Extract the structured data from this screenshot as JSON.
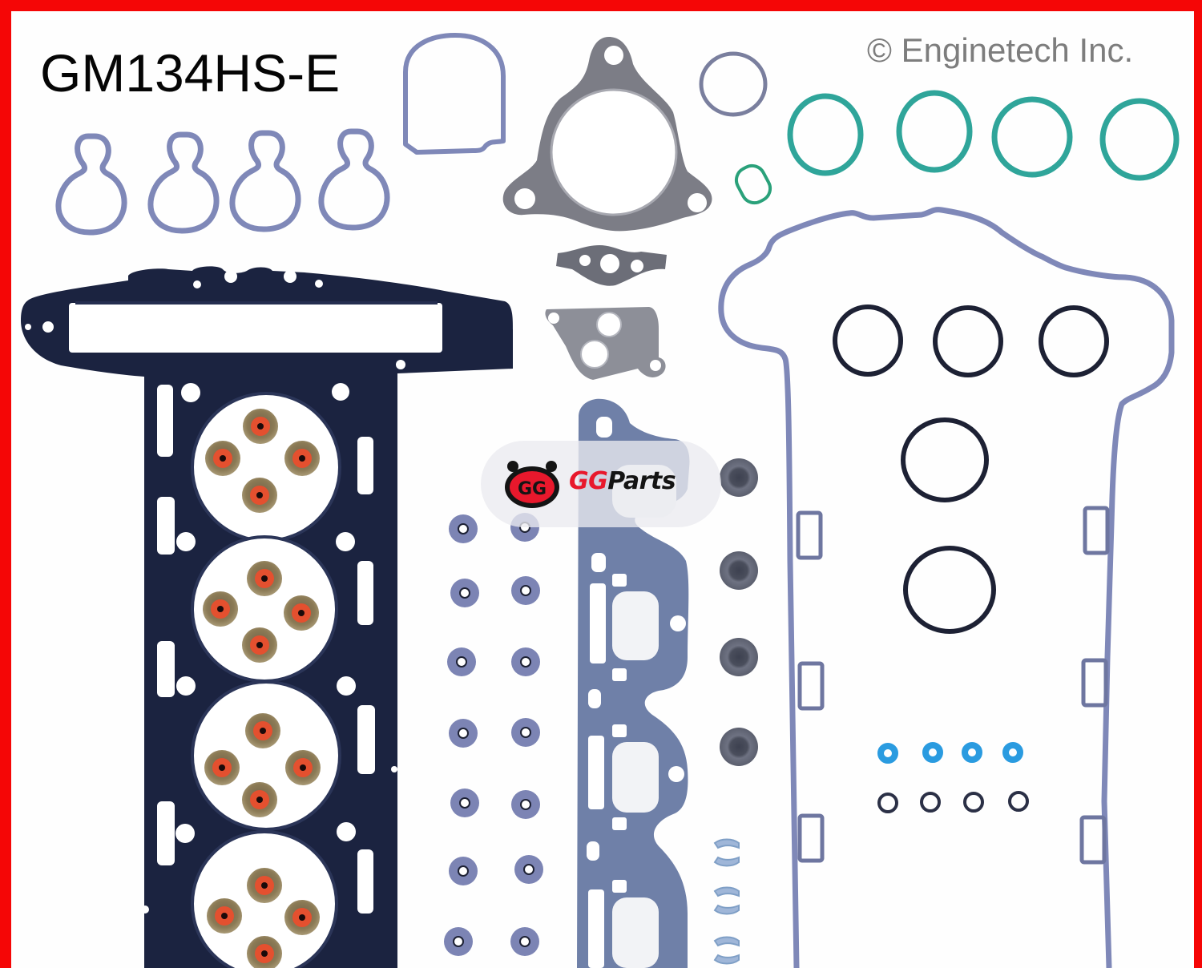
{
  "product": {
    "part_number": "GM134HS-E",
    "copyright": "© Enginetech Inc."
  },
  "watermark": {
    "brand_prefix": "GG",
    "brand_suffix": "Parts",
    "logo_glyph": "GG"
  },
  "colors": {
    "frame_border": "#f50606",
    "background": "#fefefe",
    "head_gasket": "#1b2340",
    "rubber_blue_gray": "#7f88b8",
    "manifold_gasket": "#6f80a8",
    "teal_seal": "#2fa59a",
    "green_seal": "#2aa17a",
    "black_oring": "#1d2134",
    "injector_oring_blue": "#2a9be0",
    "valve_seal_brown": "#8b7a55",
    "valve_seal_red": "#e4502f",
    "exhaust_gasket": "#7c7d86",
    "brand_red": "#e8182c"
  },
  "components": [
    {
      "name": "cylinder-head-gasket",
      "count": 1
    },
    {
      "name": "valve-stem-seal",
      "count": 16
    },
    {
      "name": "figure-eight-seal",
      "count": 4
    },
    {
      "name": "throttle-body-gasket",
      "count": 1
    },
    {
      "name": "turbo-exhaust-flange-gasket",
      "count": 1
    },
    {
      "name": "small-ring-gasket",
      "count": 1
    },
    {
      "name": "green-oval-seal",
      "count": 1
    },
    {
      "name": "teal-intake-ring",
      "count": 4
    },
    {
      "name": "oil-feed-gasket",
      "count": 1
    },
    {
      "name": "egr-plate-gasket",
      "count": 1
    },
    {
      "name": "valve-cover-gasket",
      "count": 1
    },
    {
      "name": "tube-seal-oring",
      "count": 5
    },
    {
      "name": "exhaust-manifold-gasket",
      "count": 1
    },
    {
      "name": "spark-plug-grommet",
      "count": 4
    },
    {
      "name": "bolt-grommet",
      "count": 14
    },
    {
      "name": "injector-oring-blue",
      "count": 4
    },
    {
      "name": "injector-oring-black",
      "count": 4
    },
    {
      "name": "retaining-clip",
      "count": 3
    }
  ]
}
